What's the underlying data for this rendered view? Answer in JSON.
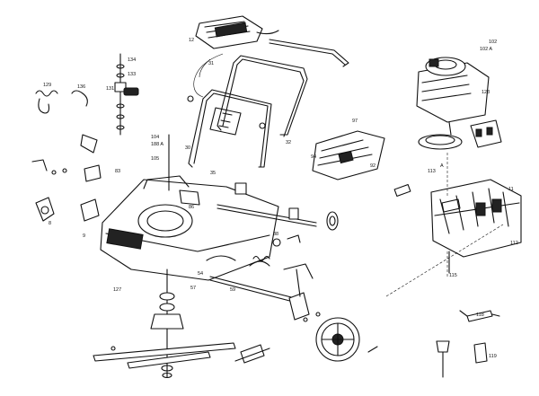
{
  "labels": [
    {
      "id": "l129",
      "text": "129"
    },
    {
      "id": "l136",
      "text": "136"
    },
    {
      "id": "l134",
      "text": "134"
    },
    {
      "id": "l133",
      "text": "133"
    },
    {
      "id": "l131",
      "text": "131"
    },
    {
      "id": "l104",
      "text": "104"
    },
    {
      "id": "l188a",
      "text": "188 A"
    },
    {
      "id": "l105",
      "text": "105"
    },
    {
      "id": "l102",
      "text": "102"
    },
    {
      "id": "l102a",
      "text": "102 A"
    },
    {
      "id": "l123",
      "text": "123"
    },
    {
      "id": "l113",
      "text": "113"
    },
    {
      "id": "l11",
      "text": "11"
    },
    {
      "id": "l112",
      "text": "112"
    },
    {
      "id": "l115",
      "text": "115"
    },
    {
      "id": "l127",
      "text": "127"
    },
    {
      "id": "l59",
      "text": "59"
    },
    {
      "id": "l57",
      "text": "57"
    },
    {
      "id": "l118",
      "text": "118"
    },
    {
      "id": "l119",
      "text": "119"
    },
    {
      "id": "l30",
      "text": "30"
    },
    {
      "id": "l31",
      "text": "31"
    },
    {
      "id": "l32",
      "text": "32"
    },
    {
      "id": "l35",
      "text": "35"
    },
    {
      "id": "l54",
      "text": "54"
    },
    {
      "id": "l12",
      "text": "12"
    },
    {
      "id": "l9",
      "text": "9"
    },
    {
      "id": "l8",
      "text": "8"
    },
    {
      "id": "l83",
      "text": "83"
    },
    {
      "id": "l86",
      "text": "86"
    },
    {
      "id": "l88",
      "text": "88"
    },
    {
      "id": "l92",
      "text": "92"
    },
    {
      "id": "l94",
      "text": "94"
    },
    {
      "id": "l97",
      "text": "97"
    },
    {
      "id": "lA",
      "text": "A"
    }
  ]
}
